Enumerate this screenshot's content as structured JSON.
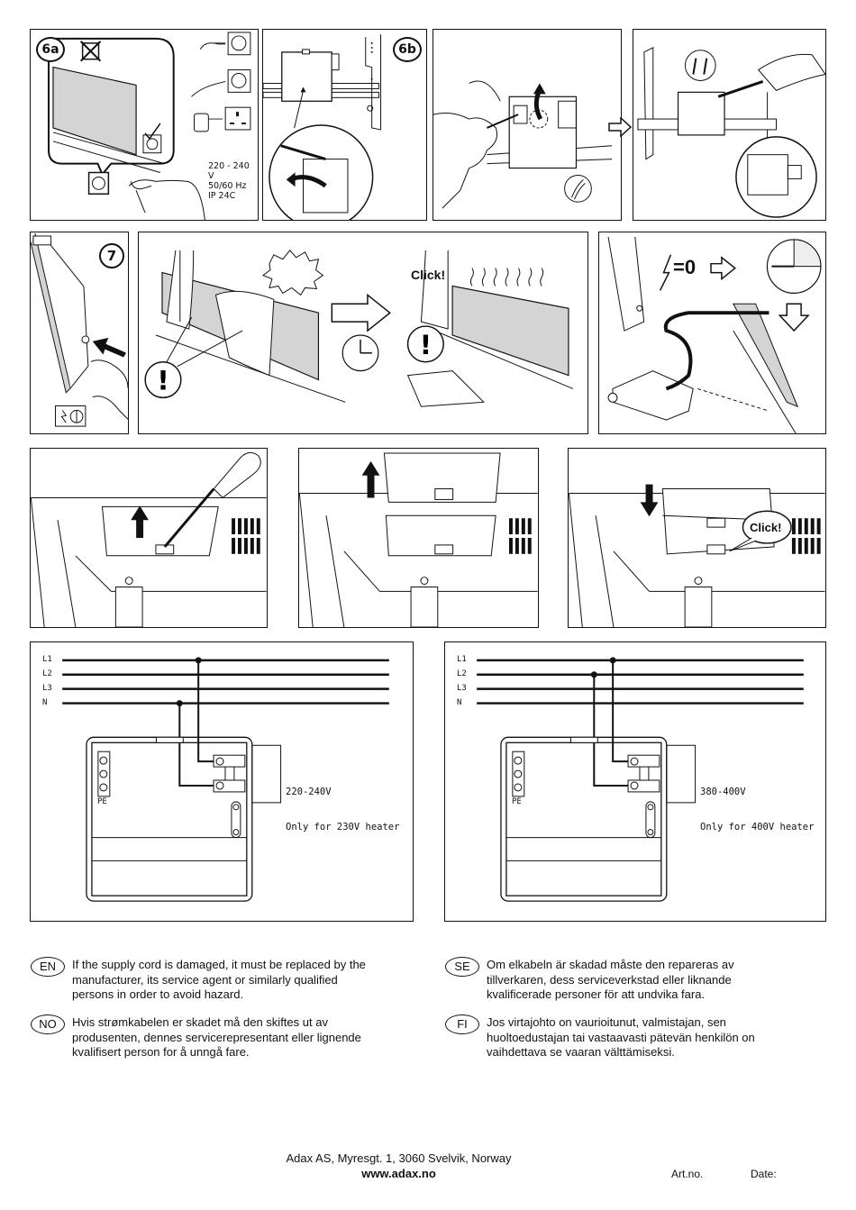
{
  "document": {
    "type": "Heater installation instruction sheet",
    "colors": {
      "ink": "#111111",
      "panel_fill": "#d4d4d4",
      "paper": "#ffffff"
    }
  },
  "steps": {
    "step_6a": {
      "badge": "6a",
      "spec_lines": [
        "220 - 240 V",
        "50/60 Hz",
        "IP 24C"
      ],
      "icons": [
        "crossed-out-cover-icon",
        "schuko-plug-icon",
        "swiss-plug-icon",
        "uk-plug-icon",
        "checked-socket-icon",
        "hand-plugging-icon"
      ]
    },
    "step_6b": {
      "badge": "6b",
      "icons": [
        "junction-box-icon",
        "mounting-bracket-icon",
        "screwdriver-detail-icon",
        "rotate-arrow-icon"
      ]
    },
    "step_6c": {
      "icons": [
        "pliers-hand-icon",
        "terminal-block-icon",
        "up-arrow-icon",
        "wire-detail-icon"
      ]
    },
    "step_6d": {
      "icons": [
        "arrow-right-outline-icon",
        "screws-detail-icon",
        "screwdriver-hand-icon",
        "box-detail-icon"
      ]
    },
    "step_7": {
      "badge": "7",
      "icons": [
        "heater-side-icon",
        "reset-button-icon",
        "push-arrow-icon",
        "finger-icon",
        "power-symbol-icon"
      ]
    },
    "overheat": {
      "click_text": "Click!",
      "icons": [
        "curtain-icon",
        "towel-icon",
        "warning-exclamation-icon",
        "arrow-right-outline-icon",
        "clock-icon",
        "heat-waves-icon"
      ]
    },
    "cleaning": {
      "power_equals": "=0",
      "icons": [
        "lightning-icon",
        "arrow-right-outline-icon",
        "clock-quarter-icon",
        "arrow-down-outline-icon",
        "vacuum-cleaner-icon",
        "heater-tilted-icon"
      ]
    },
    "cover_remove": {
      "icons": [
        "screwdriver-icon",
        "up-arrow-icon",
        "cover-icon"
      ]
    },
    "cover_lift": {
      "icons": [
        "up-arrow-icon",
        "cover-lifted-icon"
      ]
    },
    "cover_replace": {
      "click_text": "Click!",
      "icons": [
        "down-arrow-icon",
        "cover-icon"
      ]
    }
  },
  "wiring": [
    {
      "lines": [
        "L1",
        "L2",
        "L3",
        "N"
      ],
      "connect_from": [
        "L1",
        "N"
      ],
      "terminal_label": "PE",
      "voltage": "220-240V",
      "note": "Only for 230V heater"
    },
    {
      "lines": [
        "L1",
        "L2",
        "L3",
        "N"
      ],
      "connect_from": [
        "L1",
        "L2"
      ],
      "terminal_label": "PE",
      "voltage": "380-400V",
      "note": "Only for 400V heater"
    }
  ],
  "notices": [
    {
      "lang": "EN",
      "text": "If the supply cord is damaged, it must be replaced by the manufacturer, its service agent or similarly qualified persons in order to avoid hazard."
    },
    {
      "lang": "NO",
      "text": "Hvis strømkabelen er skadet må den skiftes ut av produsenten, dennes servicerepresentant eller lignende kvalifisert person for å unngå fare."
    },
    {
      "lang": "SE",
      "text": "Om elkabeln är skadad måste den repareras av tillverkaren, dess serviceverkstad eller liknande kvalificerade personer för att undvika fara."
    },
    {
      "lang": "FI",
      "text": "Jos virtajohto on vaurioitunut, valmistajan, sen huoltoedustajan tai vastaavasti pätevän henkilön on vaihdettava se vaaran välttämiseksi."
    }
  ],
  "footer": {
    "address": "Adax AS, Myresgt. 1, 3060 Svelvik, Norway",
    "website": "www.adax.no",
    "art_no_label": "Art.no.",
    "date_label": "Date:"
  }
}
